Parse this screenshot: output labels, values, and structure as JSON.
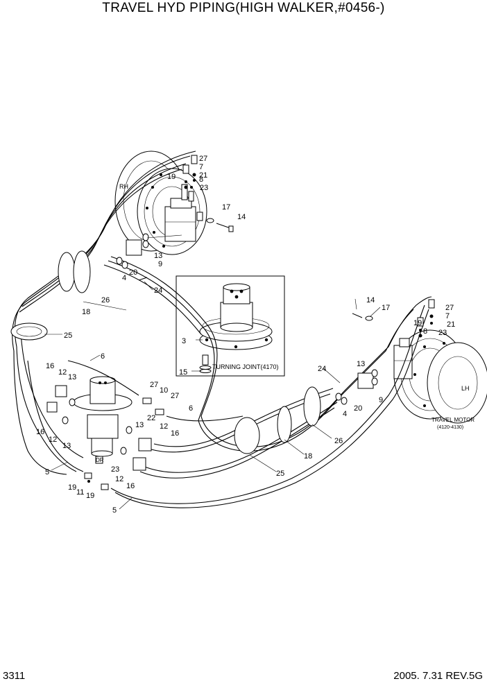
{
  "title": "TRAVEL HYD PIPING(HIGH WALKER,#0456-)",
  "footer": {
    "page_number": "3311",
    "revision": "2005. 7.31 REV.5G"
  },
  "side_labels": {
    "rh": "RH",
    "lh": "LH"
  },
  "callouts": {
    "turning_joint": "TURNING JOINT(4170)",
    "travel_motor": "TRAVEL MOTOR",
    "travel_motor_ref": "(4120-4130)",
    "dr": "DR"
  },
  "part_numbers": {
    "rh_27": "27",
    "rh_7": "7",
    "rh_21": "21",
    "rh_19": "19",
    "rh_8": "8",
    "rh_23": "23",
    "rh_17": "17",
    "rh_14": "14",
    "rh_13": "13",
    "rh_9": "9",
    "rh_20": "20",
    "rh_4": "4",
    "rh_24": "24",
    "rh_26": "26",
    "rh_18": "18",
    "rh_25": "25",
    "tj_3": "3",
    "tj_15": "15",
    "c_6": "6",
    "c_6b": "6",
    "c_16a": "16",
    "c_12a": "12",
    "c_13a": "13",
    "c_16b": "16",
    "c_12b": "12",
    "c_13b": "13",
    "c_27a": "27",
    "c_10": "10",
    "c_27b": "27",
    "c_22": "22",
    "c_13c": "13",
    "c_12c": "12",
    "c_16c": "16",
    "c_23": "23",
    "c_12d": "12",
    "c_16d": "16",
    "c_5a": "5",
    "c_19a": "19",
    "c_11": "11",
    "c_19b": "19",
    "c_5b": "5",
    "lh_14": "14",
    "lh_17": "17",
    "lh_27": "27",
    "lh_7": "7",
    "lh_19": "19",
    "lh_21": "21",
    "lh_8": "8",
    "lh_23": "23",
    "lh_24": "24",
    "lh_13": "13",
    "lh_9": "9",
    "lh_20": "20",
    "lh_4": "4",
    "lh_26": "26",
    "lh_18": "18",
    "lh_25": "25"
  }
}
